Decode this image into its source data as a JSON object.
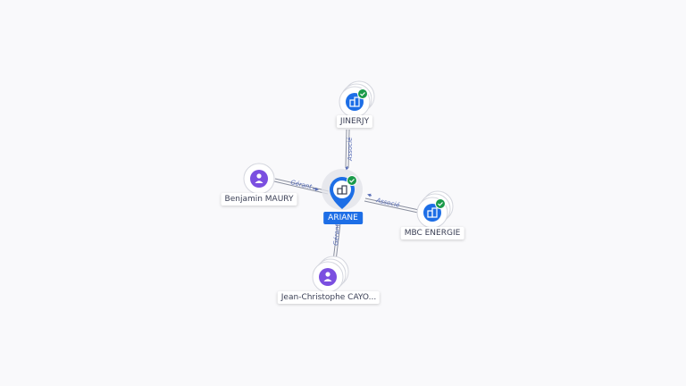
{
  "center": {
    "label": "ARIANE",
    "icon": "building-icon",
    "verified": true,
    "color": "#1d6ee6"
  },
  "nodes": {
    "jinerjy": {
      "label": "JINERJY",
      "type": "company",
      "icon": "building-icon",
      "verified": true
    },
    "mbc": {
      "label": "MBC ENERGIE",
      "type": "company",
      "icon": "building-icon",
      "verified": true
    },
    "maury": {
      "label": "Benjamin MAURY",
      "type": "person",
      "icon": "person-icon"
    },
    "cayo": {
      "label": "Jean-Christophe CAYO...",
      "type": "person",
      "icon": "person-icon"
    }
  },
  "edges": {
    "jinerjy": "Associé",
    "mbc": "Associé",
    "maury": "Gérant",
    "cayo": "Gérant"
  },
  "colors": {
    "company": "#1d6ee6",
    "person": "#7b4fe0",
    "verified": "#1a9a4a",
    "edge": "#8a8f9e",
    "edge_label": "#5a6fb8"
  }
}
